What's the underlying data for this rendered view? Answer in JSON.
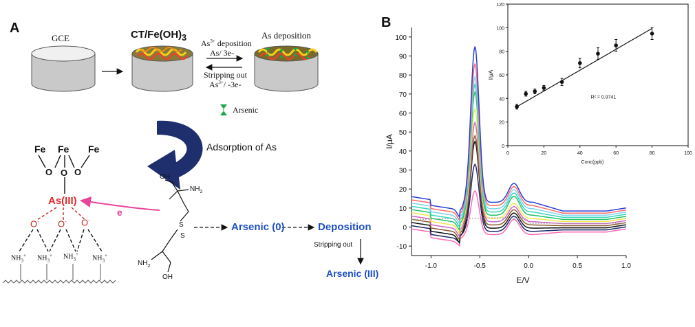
{
  "panel_a": {
    "label": "A",
    "gce_label": "GCE",
    "ct_label": "CT/Fe(OH)",
    "ct_sub": "3",
    "as_deposition_label": "As deposition",
    "forward_top": "As",
    "forward_top_sup": "3+",
    "forward_top_rest": " deposition",
    "forward_bottom": "As/ 3e-",
    "reverse_top": "Stripping out",
    "reverse_bottom": "As",
    "reverse_bottom_sup": "3+",
    "reverse_bottom_rest": "/ -3e-",
    "arsenic_legend": "Arsenic",
    "adsorption_label": "Adsorption of As",
    "fe_labels": [
      "Fe",
      "Fe",
      "Fe"
    ],
    "o_label": "O",
    "as3_label": "As(III)",
    "e_label": "e",
    "o_minus": "O",
    "nh3": "NH",
    "oh": "OH",
    "nh2": "NH",
    "s": "S",
    "arsenic0": "Arsenic (0)",
    "deposition": "Deposition",
    "stripping_out": "Stripping out",
    "arsenic3": "Arsenic (III)"
  },
  "panel_b": {
    "label": "B",
    "colors": {
      "c1": "#7a2e8e",
      "c2": "#ff69b4",
      "c3": "#1a2a6c",
      "c4": "#8b5a2b",
      "c5": "#111111",
      "c6": "#cc66cc",
      "c7": "#f2e64d",
      "c8": "#7fd3f0",
      "c9": "#22c26a",
      "c10": "#33d6c0",
      "c11": "#ff6a6a",
      "c12": "#2a3fd6",
      "dotted": "#999999"
    }
  },
  "chart_data": [
    {
      "type": "line",
      "title": "",
      "xlabel": "E/V",
      "ylabel": "I/μA",
      "xlim": [
        -1.2,
        1.0
      ],
      "ylim": [
        -15,
        105
      ],
      "xticks": [
        "-1.0",
        "-0.5",
        "0.0",
        "0.5",
        "1.0"
      ],
      "yticks": [
        "-10",
        "0",
        "10",
        "20",
        "30",
        "40",
        "50",
        "60",
        "70",
        "80",
        "90",
        "100"
      ],
      "peak_E": -0.55,
      "series_peaks": [
        19,
        33,
        45,
        48,
        55,
        62,
        71,
        75,
        79,
        86,
        95
      ],
      "legend": false
    },
    {
      "type": "scatter",
      "title": "",
      "xlabel": "Conc(ppb)",
      "ylabel": "I/μA",
      "xlim": [
        0,
        100
      ],
      "ylim": [
        0,
        120
      ],
      "xticks": [
        "0",
        "20",
        "40",
        "60",
        "80",
        "100"
      ],
      "yticks": [
        "0",
        "20",
        "40",
        "60",
        "80",
        "100",
        "120"
      ],
      "points": [
        {
          "x": 5,
          "y": 33,
          "err": 2
        },
        {
          "x": 10,
          "y": 44,
          "err": 2
        },
        {
          "x": 15,
          "y": 46,
          "err": 2
        },
        {
          "x": 20,
          "y": 49,
          "err": 2
        },
        {
          "x": 30,
          "y": 54,
          "err": 3
        },
        {
          "x": 40,
          "y": 70,
          "err": 4
        },
        {
          "x": 50,
          "y": 78,
          "err": 5
        },
        {
          "x": 60,
          "y": 85,
          "err": 5
        },
        {
          "x": 80,
          "y": 95,
          "err": 5
        }
      ],
      "fit": {
        "slope": 0.83,
        "intercept": 33
      },
      "annotation": "R² = 0.9741"
    }
  ]
}
